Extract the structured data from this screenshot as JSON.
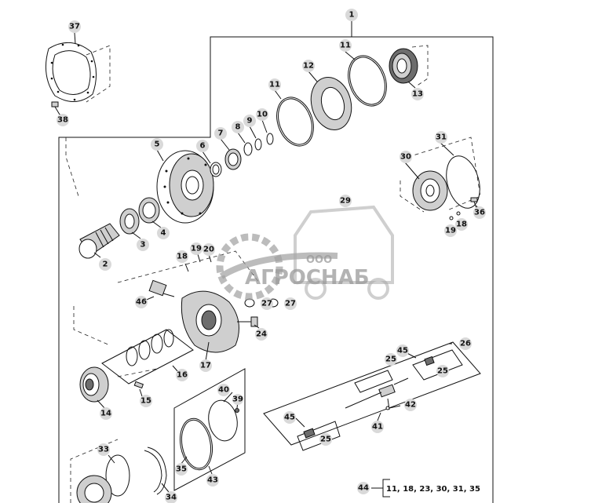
{
  "watermark": {
    "company_prefix": "ООО",
    "company_name": "АГРОСНАБ"
  },
  "kit_note": {
    "callout": "44",
    "parts_list": "11, 18, 23, 30, 31, 35"
  },
  "callouts": [
    {
      "label": "1",
      "id": "1"
    },
    {
      "label": "2",
      "id": "2"
    },
    {
      "label": "3",
      "id": "3"
    },
    {
      "label": "4",
      "id": "4"
    },
    {
      "label": "5",
      "id": "5"
    },
    {
      "label": "6",
      "id": "6"
    },
    {
      "label": "7",
      "id": "7"
    },
    {
      "label": "8",
      "id": "8"
    },
    {
      "label": "9",
      "id": "9"
    },
    {
      "label": "10",
      "id": "10"
    },
    {
      "label": "11",
      "id": "11a"
    },
    {
      "label": "11",
      "id": "11b"
    },
    {
      "label": "12",
      "id": "12"
    },
    {
      "label": "13",
      "id": "13"
    },
    {
      "label": "14",
      "id": "14"
    },
    {
      "label": "15",
      "id": "15"
    },
    {
      "label": "16",
      "id": "16"
    },
    {
      "label": "17",
      "id": "17"
    },
    {
      "label": "18",
      "id": "18a"
    },
    {
      "label": "18",
      "id": "18b"
    },
    {
      "label": "19",
      "id": "19a"
    },
    {
      "label": "19",
      "id": "19b"
    },
    {
      "label": "20",
      "id": "20"
    },
    {
      "label": "24",
      "id": "24"
    },
    {
      "label": "25",
      "id": "25a"
    },
    {
      "label": "25",
      "id": "25b"
    },
    {
      "label": "25",
      "id": "25c"
    },
    {
      "label": "26",
      "id": "26"
    },
    {
      "label": "27",
      "id": "27a"
    },
    {
      "label": "27",
      "id": "27b"
    },
    {
      "label": "29",
      "id": "29"
    },
    {
      "label": "30",
      "id": "30"
    },
    {
      "label": "31",
      "id": "31"
    },
    {
      "label": "33",
      "id": "33"
    },
    {
      "label": "34",
      "id": "34"
    },
    {
      "label": "35",
      "id": "35"
    },
    {
      "label": "36",
      "id": "36"
    },
    {
      "label": "37",
      "id": "37"
    },
    {
      "label": "38",
      "id": "38"
    },
    {
      "label": "39",
      "id": "39"
    },
    {
      "label": "40",
      "id": "40"
    },
    {
      "label": "41",
      "id": "41"
    },
    {
      "label": "42",
      "id": "42"
    },
    {
      "label": "43",
      "id": "43"
    },
    {
      "label": "45",
      "id": "45a"
    },
    {
      "label": "45",
      "id": "45b"
    },
    {
      "label": "46",
      "id": "46"
    }
  ]
}
